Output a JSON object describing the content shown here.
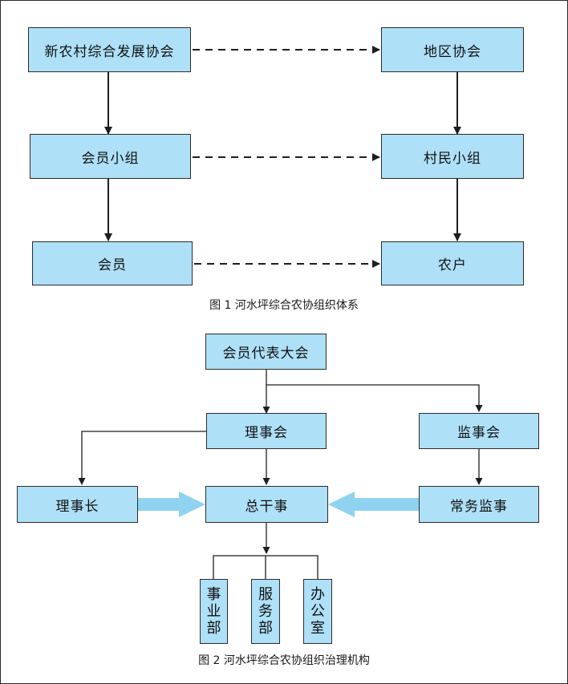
{
  "figure1": {
    "caption": "图 1 河水坪综合农协组织体系",
    "nodes": {
      "new_rural_assoc": "新农村综合发展协会",
      "regional_assoc": "地区协会",
      "member_group": "会员小组",
      "villager_group": "村民小组",
      "member": "会员",
      "farmer": "农户"
    }
  },
  "figure2": {
    "caption": "图 2 河水坪综合农协组织治理机构",
    "nodes": {
      "general_assembly": "会员代表大会",
      "council": "理事会",
      "supervisory_board": "监事会",
      "chairman": "理事长",
      "general_manager": "总干事",
      "standing_supervisor": "常务监事",
      "business_dept": [
        "事",
        "业",
        "部"
      ],
      "service_dept": [
        "服",
        "务",
        "部"
      ],
      "office": [
        "办",
        "公",
        "室"
      ]
    }
  },
  "colors": {
    "box_fill": "#aee0f7",
    "box_border": "#2c2c2c",
    "wide_arrow": "#8fd3f1",
    "line": "#1e1e1e"
  }
}
